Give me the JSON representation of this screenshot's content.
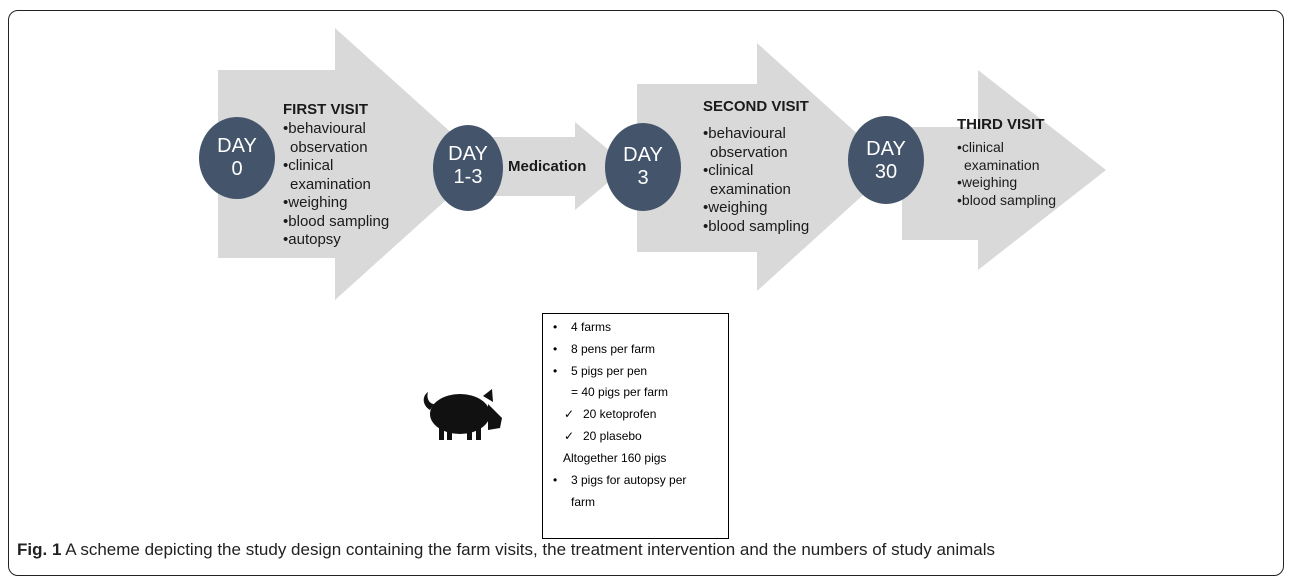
{
  "colors": {
    "arrow": "#d9d9d9",
    "circle": "#44546a",
    "text": "#1a1a1a"
  },
  "steps": [
    {
      "day_line1": "DAY",
      "day_line2": "0",
      "title": "FIRST VISIT",
      "items": [
        "behavioural observation",
        "clinical examination",
        "weighing",
        "blood sampling",
        "autopsy"
      ]
    },
    {
      "day_line1": "DAY",
      "day_line2": "1-3",
      "title": "Medication",
      "items": []
    },
    {
      "day_line1": "DAY",
      "day_line2": "3",
      "title": "SECOND VISIT",
      "items": [
        "behavioural observation",
        "clinical examination",
        "weighing",
        "blood sampling"
      ]
    },
    {
      "day_line1": "DAY",
      "day_line2": "30",
      "title": "THIRD VISIT",
      "items": [
        "clinical examination",
        "weighing",
        "blood sampling"
      ]
    }
  ],
  "summary": {
    "b1": "4 farms",
    "b2": "8 pens per farm",
    "b3": "5 pigs per pen",
    "eq": "= 40 pigs per farm",
    "c1": "20 ketoprofen",
    "c2": "20 plasebo",
    "total": "Altogether 160 pigs",
    "b4a": "3 pigs for autopsy per",
    "b4b": "farm"
  },
  "icons": {
    "pig": "pig-icon"
  },
  "caption": {
    "label": "Fig. 1",
    "text": " A scheme depicting the study design containing the farm visits, the treatment intervention and the numbers of study animals"
  }
}
